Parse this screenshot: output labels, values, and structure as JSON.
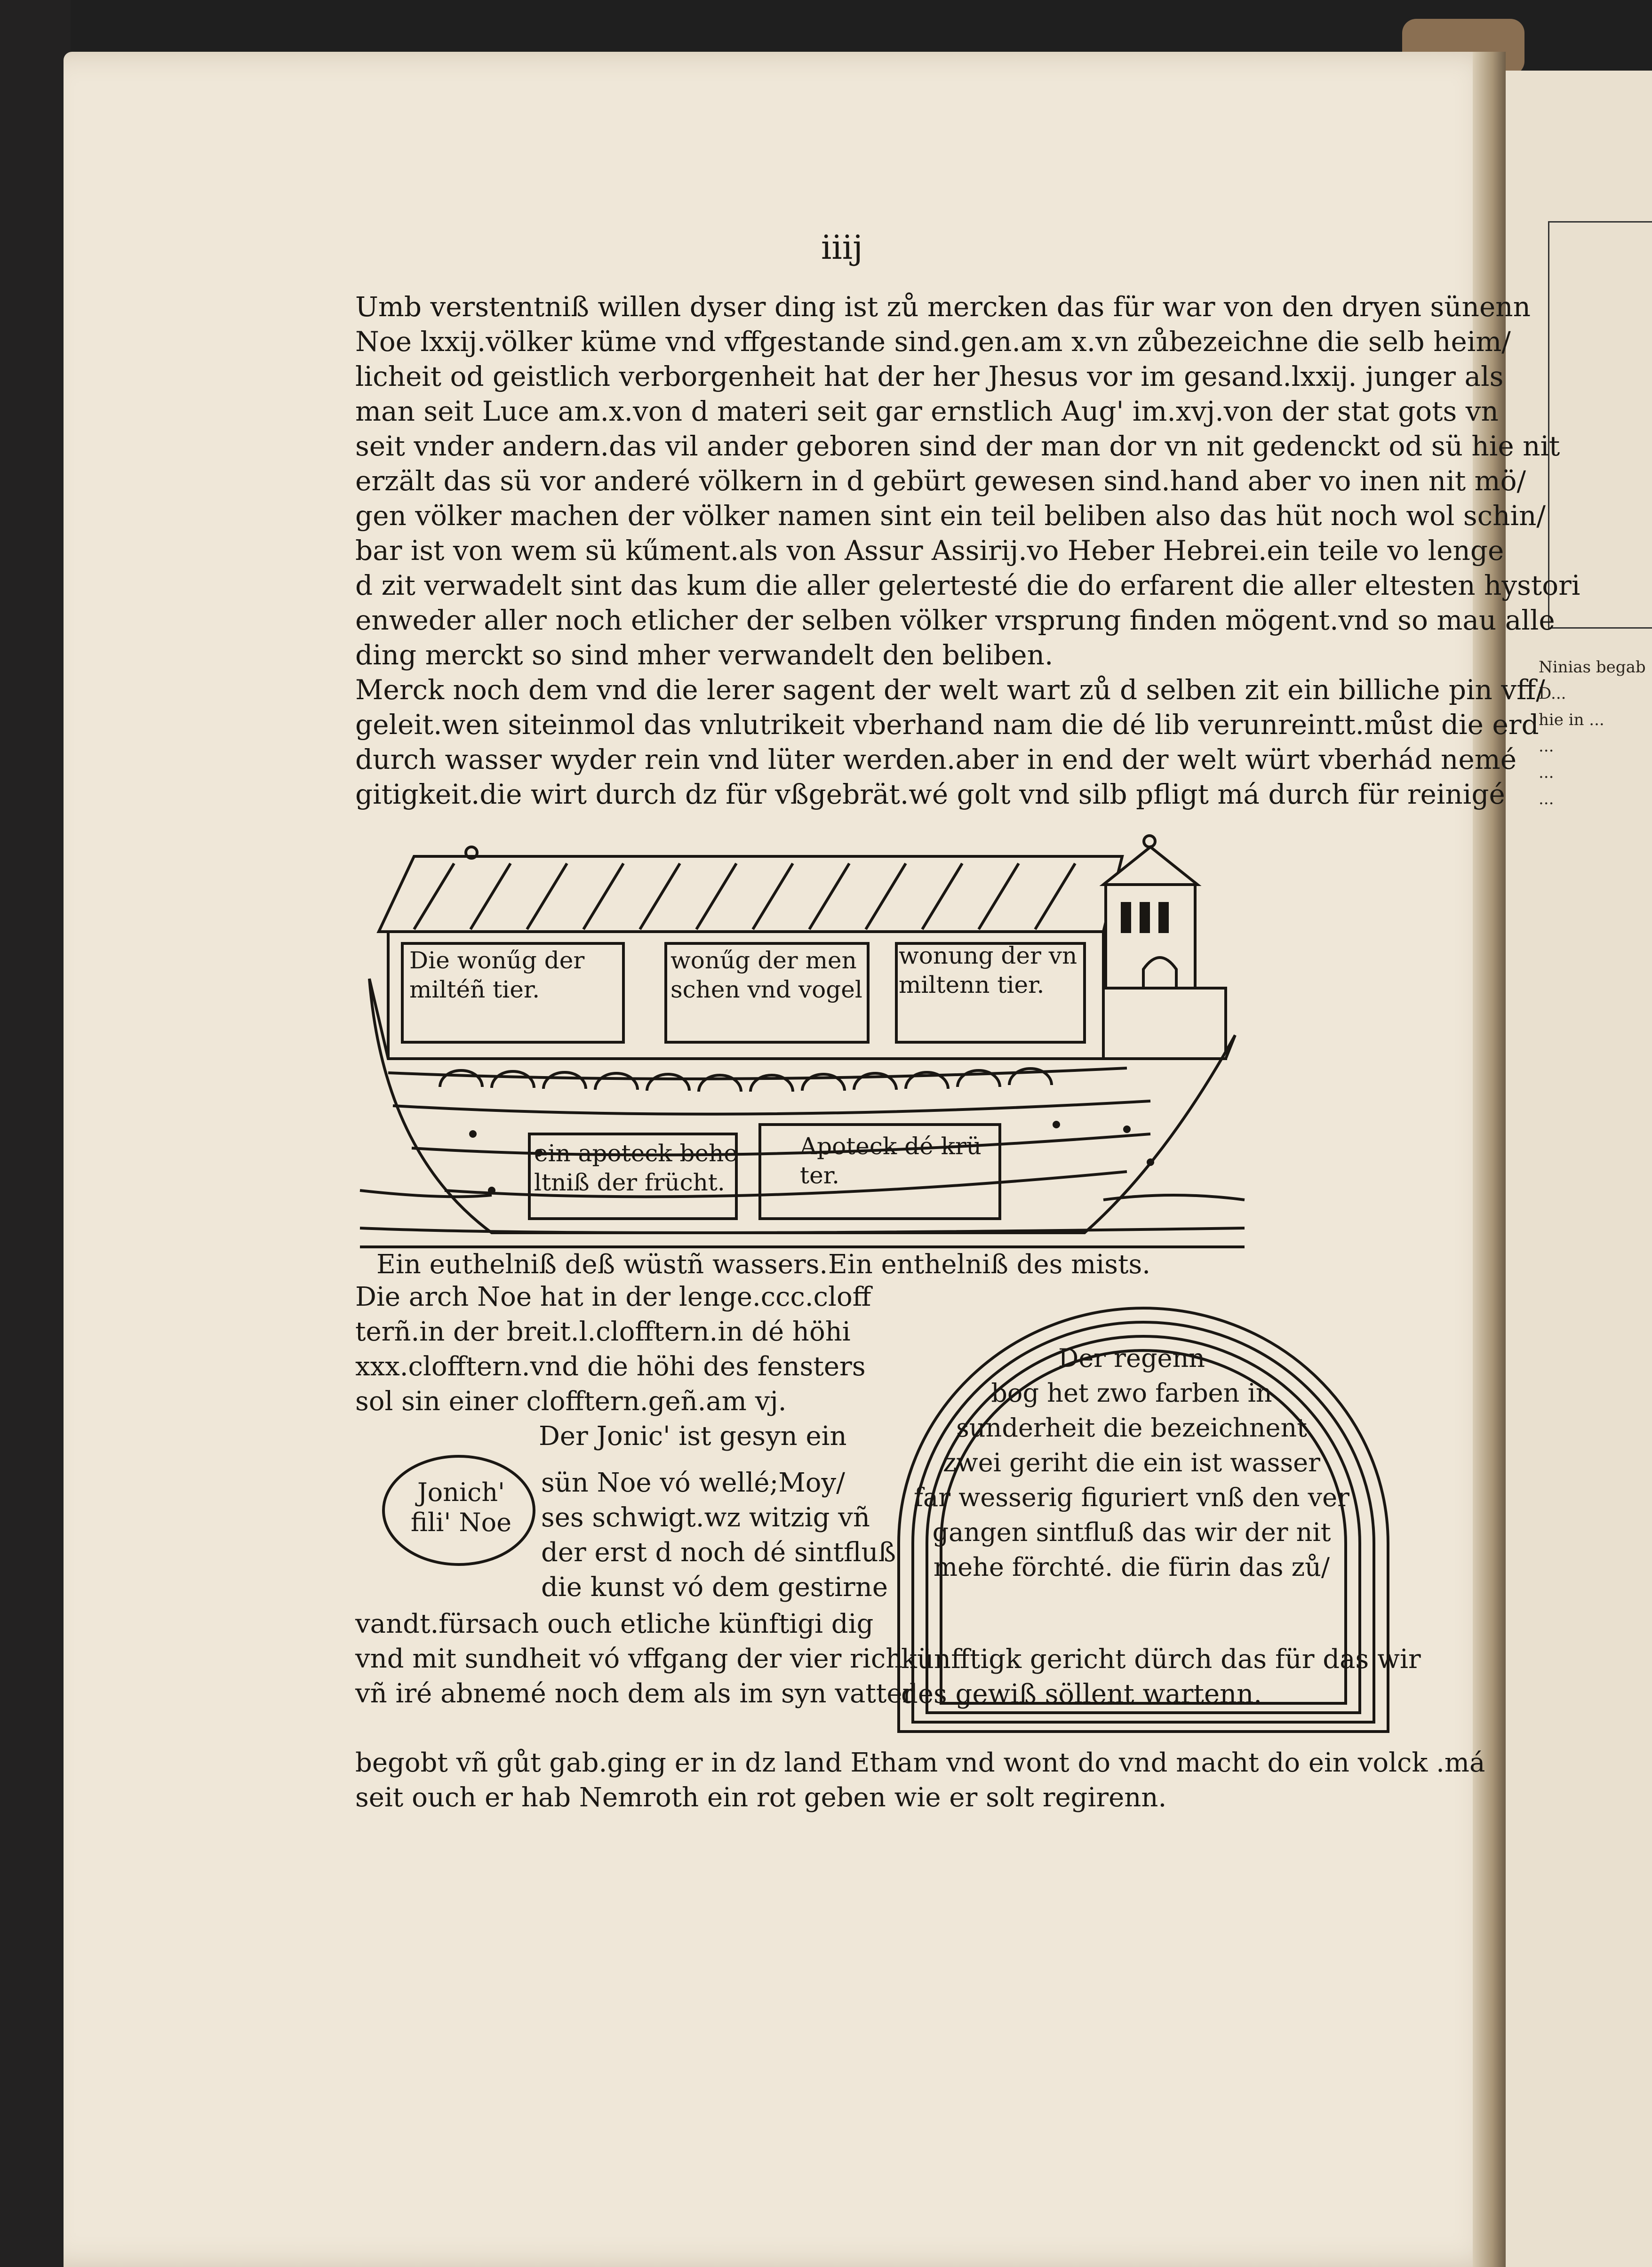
{
  "folio": "iiij",
  "main_text": [
    "Umb verstentniß willen dyser ding ist zů mercken das für war von den dryen sünenn",
    "Noe lxxij.völker küme vnd vffgestande sind.gen.am x.vn zůbezeichne die selb heim/",
    "licheit od geistlich verborgenheit hat der her Jhesus vor im gesand.lxxij. junger als",
    "man seit Luce am.x.von d materi seit gar ernstlich Aug' im.xvj.von der stat gots vn",
    "seit vnder andern.das vil ander geboren sind der man dor vn nit gedenckt od sü hie nit",
    "erzält das sü vor anderé völkern in d gebürt gewesen sind.hand aber vo inen nit mö/",
    "gen völker machen der völker namen sint ein teil beliben also das hüt noch wol schin/",
    "bar ist von wem sü kűment.als von Assur Assirij.vo Heber Hebrei.ein teile vo lenge",
    "d zit verwadelt sint das kum die aller gelertesté die do erfarent die aller eltesten hystori",
    "enweder aller noch etlicher der selben völker vrsprung finden mögent.vnd so mau alle",
    "ding merckt so sind mher verwandelt den beliben.",
    "Merck noch dem vnd die lerer sagent der welt wart zů d selben zit ein billiche pin vff/",
    "geleit.wen siteinmol das vnlutrikeit vberhand nam die dé lib verunreintt.můst die erd",
    "durch wasser wyder rein vnd lüter werden.aber in end der welt würt vberhád nemé",
    "gitigkeit.die wirt durch dz für vßgebrät.wé golt vnd silb pfligt má durch für reinigé"
  ],
  "ark_labels": {
    "room1_line1": "Die wonűg der",
    "room1_line2": "miltéñ tier.",
    "room2_line1": "wonűg der men",
    "room2_line2": "schen vnd vogel",
    "room3_line1": "wonung der vn",
    "room3_line2": "miltenn tier.",
    "lower1_line1": "ein apoteck behe",
    "lower1_line2": "ltniß der frücht.",
    "lower2_line1": "Apoteck dé krü",
    "lower2_line2": "ter."
  },
  "captions": {
    "left": "Ein euthelniß deß wüstñ wassers.",
    "right": "Ein enthelniß des mists."
  },
  "left_column": [
    "Die arch Noe hat in der lenge.ccc.cloff",
    "terñ.in der breit.l.clofftern.in dé höhi",
    "xxx.clofftern.vnd die höhi des fensters",
    "sol sin einer clofftern.geñ.am vj."
  ],
  "jonich_intro": "Der Jonic' ist gesyn ein",
  "jonich_circle": [
    "Jonich'",
    "fili' Noe"
  ],
  "jonich_text": [
    "sün Noe vó wellé;Moy/",
    "ses schwigt.wz witzig vñ",
    "der erst d noch dé sintfluß",
    "die kunst vó dem gestirne"
  ],
  "rainbow_text": [
    "Der regenn",
    "bog het zwo farben in",
    "sunderheit die bezeichnent",
    "zwei geriht die ein ist wasser",
    "far wesserig figuriert vnß den ver",
    "gangen sintfluß das wir der nit",
    "mehe förchté. die fürin das zů/"
  ],
  "bottom_left": [
    "vandt.fürsach ouch etliche künftigi dig",
    "vnd mit sundheit vó vffgang der vier rich",
    "vñ iré abnemé noch dem als im syn vatter"
  ],
  "bottom_right": [
    "künfftigk gericht dürch das für das wir",
    "des gewiß söllent wartenn."
  ],
  "bottom_full": [
    "begobt vñ gůt gab.ging er in dz land Etham vnd wont do vnd macht do ein volck .má",
    "seit ouch er hab Nemroth ein rot geben wie er solt regirenn."
  ],
  "next_page_lines": [
    "Ninias begab",
    "D...",
    "hie in ...",
    "...",
    "...",
    "..."
  ]
}
